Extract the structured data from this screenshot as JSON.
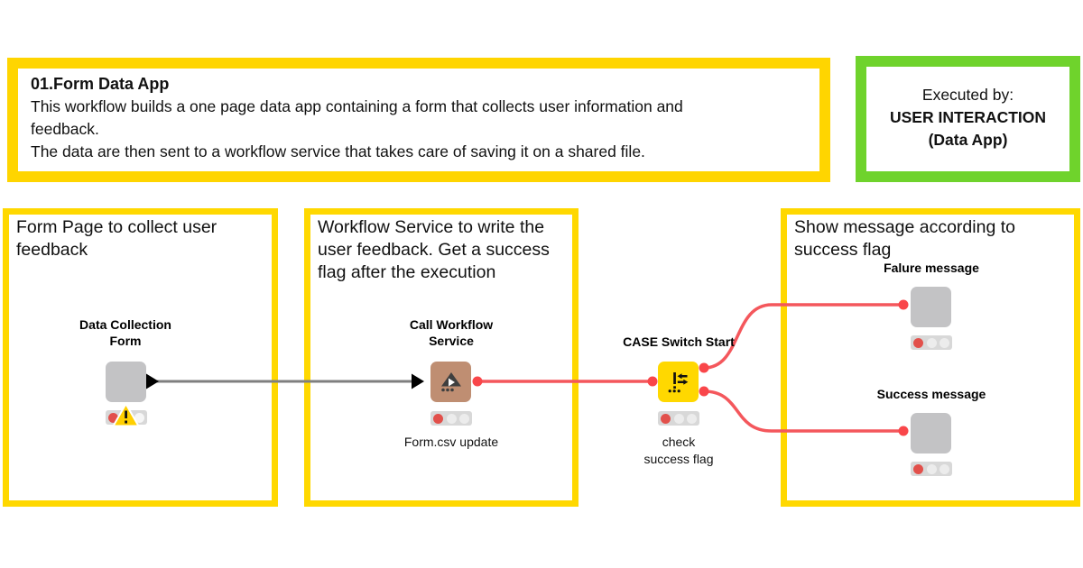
{
  "colors": {
    "annotation_border_yellow": "#FFD800",
    "annotation_border_green": "#6FD32C",
    "node_gray": "#C3C3C5",
    "node_tan": "#BF8E72",
    "node_yellow": "#FFD800",
    "connection_gray": "#7F7F7F",
    "connection_red": "#F4575C",
    "port_red": "#F9464A",
    "status_red": "#E2504B",
    "warning_yellow": "#FFCF00"
  },
  "annotations": {
    "header": {
      "title": "01.Form Data App",
      "lines": [
        "This workflow builds a one page data app containing a form that collects user information and",
        "feedback.",
        "The data are then sent to a workflow service that takes care of saving it on a shared file."
      ]
    },
    "executed_by": {
      "lines": [
        "Executed by:",
        "USER INTERACTION",
        "(Data App)"
      ]
    },
    "form_page": {
      "lines": [
        "Form Page to collect user",
        "feedback"
      ]
    },
    "workflow_service": {
      "lines": [
        "Workflow Service to write the",
        "user feedback. Get a success",
        "flag after the execution"
      ]
    },
    "show_message": {
      "lines": [
        "Show message according to",
        "success flag"
      ]
    }
  },
  "nodes": {
    "data_collection_form": {
      "label_lines": [
        "Data Collection",
        "Form"
      ],
      "status": "red with warning"
    },
    "call_workflow_service": {
      "label_lines": [
        "Call Workflow",
        "Service"
      ],
      "caption": "Form.csv update",
      "status": "red"
    },
    "case_switch_start": {
      "label": "CASE Switch Start",
      "caption_lines": [
        "check",
        "success flag"
      ],
      "status": "red"
    },
    "failure_message": {
      "label": "Falure message",
      "status": "red"
    },
    "success_message": {
      "label": "Success message",
      "status": "red"
    }
  }
}
